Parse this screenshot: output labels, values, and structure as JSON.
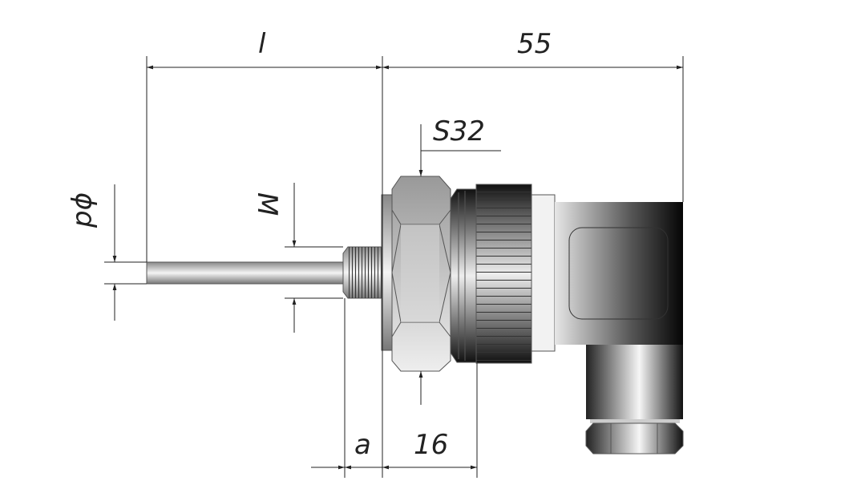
{
  "drawing": {
    "dimensions": {
      "length_label": "l",
      "total_label": "55",
      "hex_label": "S32",
      "diameter_label": "ϕd",
      "thread_label": "M",
      "thread_length_label": "a",
      "hex_width_label": "16"
    },
    "colors": {
      "line": "#222222",
      "metal_light": "#f0f0f0",
      "metal_dark": "#1a1a1a"
    }
  }
}
